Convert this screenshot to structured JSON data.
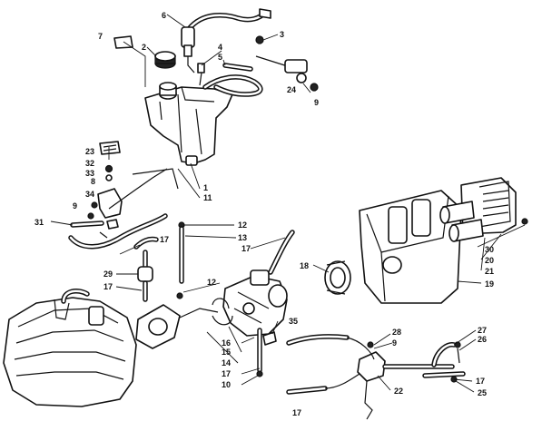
{
  "callouts": [
    {
      "id": "c1",
      "text": "1"
    },
    {
      "id": "c2",
      "text": "2"
    },
    {
      "id": "c3",
      "text": "3"
    },
    {
      "id": "c4",
      "text": "4"
    },
    {
      "id": "c5",
      "text": "5"
    },
    {
      "id": "c6",
      "text": "6"
    },
    {
      "id": "c7",
      "text": "7"
    },
    {
      "id": "c8",
      "text": "8"
    },
    {
      "id": "c9a",
      "text": "9"
    },
    {
      "id": "c9b",
      "text": "9"
    },
    {
      "id": "c9c",
      "text": "9"
    },
    {
      "id": "c10",
      "text": "10"
    },
    {
      "id": "c11",
      "text": "11"
    },
    {
      "id": "c12a",
      "text": "12"
    },
    {
      "id": "c12b",
      "text": "12"
    },
    {
      "id": "c13",
      "text": "13"
    },
    {
      "id": "c14",
      "text": "14"
    },
    {
      "id": "c15",
      "text": "15"
    },
    {
      "id": "c16",
      "text": "16"
    },
    {
      "id": "c17a",
      "text": "17"
    },
    {
      "id": "c17b",
      "text": "17"
    },
    {
      "id": "c17c",
      "text": "17"
    },
    {
      "id": "c17d",
      "text": "17"
    },
    {
      "id": "c17e",
      "text": "17"
    },
    {
      "id": "c17f",
      "text": "17"
    },
    {
      "id": "c18",
      "text": "18"
    },
    {
      "id": "c19",
      "text": "19"
    },
    {
      "id": "c20",
      "text": "20"
    },
    {
      "id": "c21",
      "text": "21"
    },
    {
      "id": "c22",
      "text": "22"
    },
    {
      "id": "c23",
      "text": "23"
    },
    {
      "id": "c24",
      "text": "24"
    },
    {
      "id": "c25",
      "text": "25"
    },
    {
      "id": "c26",
      "text": "26"
    },
    {
      "id": "c27",
      "text": "27"
    },
    {
      "id": "c28",
      "text": "28"
    },
    {
      "id": "c29",
      "text": "29"
    },
    {
      "id": "c30",
      "text": "30"
    },
    {
      "id": "c31",
      "text": "31"
    },
    {
      "id": "c32",
      "text": "32"
    },
    {
      "id": "c33",
      "text": "33"
    },
    {
      "id": "c34",
      "text": "34"
    },
    {
      "id": "c35",
      "text": "35"
    }
  ]
}
